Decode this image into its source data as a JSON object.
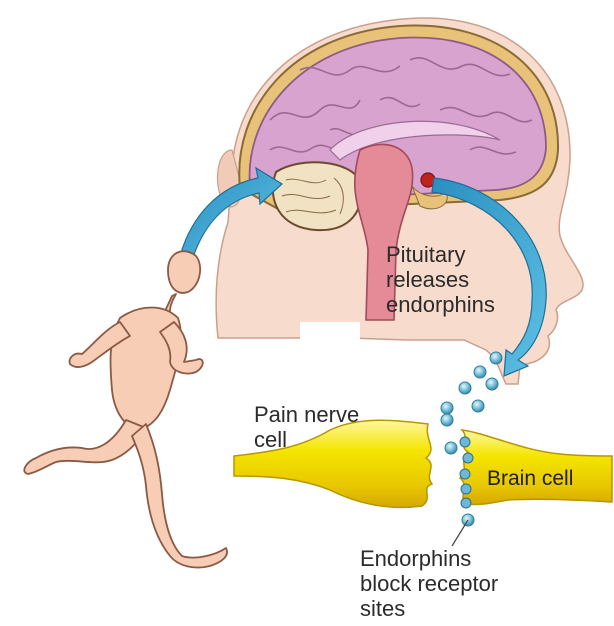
{
  "labels": {
    "pituitary": [
      "Pituitary",
      "releases",
      "endorphins"
    ],
    "pain_nerve_cell": [
      "Pain nerve",
      "cell"
    ],
    "brain_cell": "Brain cell",
    "endorphins_block": [
      "Endorphins",
      "block receptor",
      "sites"
    ]
  },
  "colors": {
    "skin": "#f6c9b1",
    "skin_outline": "#8a5a44",
    "brain": "#d9a6cf",
    "brain_outline": "#8e5a86",
    "skull": "#e8c37a",
    "cerebellum": "#efe0bd",
    "brainstem": "#e58a96",
    "nerve_cell": "#f2e200",
    "endorphin": "#6fb7d2",
    "arrow": "#3ea3d0"
  }
}
